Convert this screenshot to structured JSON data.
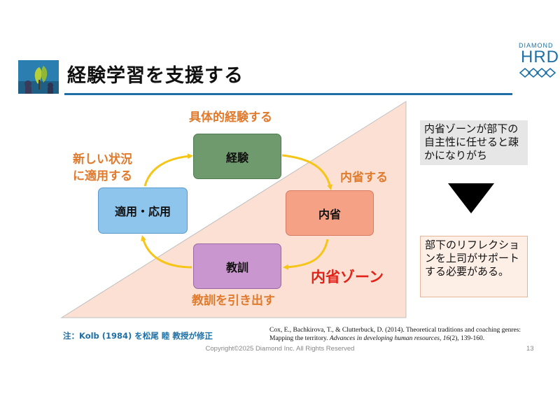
{
  "title": "経験学習を支援する",
  "logo": {
    "word": "DIAMOND",
    "brand": "HRD"
  },
  "cycle": {
    "nodes": {
      "experience": "経験",
      "reflection": "内省",
      "lesson": "教訓",
      "application": "適用・応用"
    },
    "labels": {
      "experience": "具体的経験する",
      "reflection": "内省する",
      "lesson": "教訓を引き出す",
      "application_line1": "新しい状況",
      "application_line2": "に適用する"
    },
    "zone_label": "内省ゾーン"
  },
  "side": {
    "top_box": "内省ゾーンが部下の自主性に任せると疎かになりがち",
    "bottom_box": "部下のリフレクションを上司がサポートする必要がある。"
  },
  "note": "注：Kolb (1984) を松尾 睦 教授が修正",
  "citation": {
    "before_italic": "Cox, E., Bachkirova, T., & Clutterbuck, D. (2014). Theoretical traditions and coaching genres: Mapping the territory. ",
    "italic": "Advances in developing human resources, 16",
    "after_italic": "(2), 139-160."
  },
  "footer": {
    "copyright": "Copyright©2025 Diamond Inc. All Rights Reserved",
    "page": "13"
  },
  "colors": {
    "accent": "#1d6fa5",
    "label_orange": "#e07b2e",
    "zone_red": "#e2231a",
    "arrow_yellow": "#f5c518"
  }
}
